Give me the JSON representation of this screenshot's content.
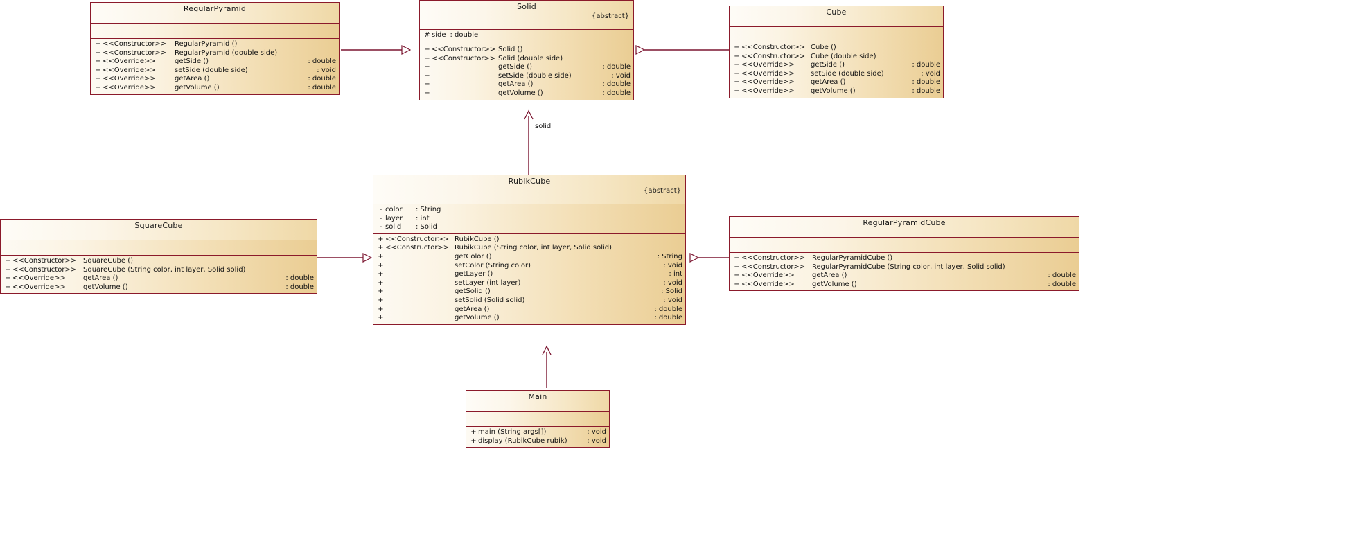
{
  "diagram": {
    "type": "uml-class-diagram",
    "accent_border": "#8B1A2B",
    "fill_light": "#FDFAF3",
    "fill_dark": "#EACD93",
    "background": "#FFFFFF"
  },
  "classes": {
    "regular_pyramid": {
      "name": "RegularPyramid",
      "stereotype": "",
      "attributes": [],
      "operations": [
        {
          "vis": "+",
          "stereo": "<<Constructor>>",
          "name": "RegularPyramid ()",
          "ret": ""
        },
        {
          "vis": "+",
          "stereo": "<<Constructor>>",
          "name": "RegularPyramid (double side)",
          "ret": ""
        },
        {
          "vis": "+",
          "stereo": "<<Override>>",
          "name": "getSide ()",
          "ret": ": double"
        },
        {
          "vis": "+",
          "stereo": "<<Override>>",
          "name": "setSide (double side)",
          "ret": ": void"
        },
        {
          "vis": "+",
          "stereo": "<<Override>>",
          "name": "getArea ()",
          "ret": ": double"
        },
        {
          "vis": "+",
          "stereo": "<<Override>>",
          "name": "getVolume ()",
          "ret": ": double"
        }
      ]
    },
    "solid": {
      "name": "Solid",
      "stereotype": "{abstract}",
      "attributes": [
        {
          "vis": "#",
          "name": "side",
          "type": ": double"
        }
      ],
      "operations": [
        {
          "vis": "+",
          "stereo": "<<Constructor>>",
          "name": "Solid ()",
          "ret": ""
        },
        {
          "vis": "+",
          "stereo": "<<Constructor>>",
          "name": "Solid (double side)",
          "ret": ""
        },
        {
          "vis": "+",
          "stereo": "",
          "name": "getSide ()",
          "ret": ": double"
        },
        {
          "vis": "+",
          "stereo": "",
          "name": "setSide (double side)",
          "ret": ": void"
        },
        {
          "vis": "+",
          "stereo": "",
          "name": "getArea ()",
          "ret": ": double"
        },
        {
          "vis": "+",
          "stereo": "",
          "name": "getVolume ()",
          "ret": ": double"
        }
      ]
    },
    "cube": {
      "name": "Cube",
      "stereotype": "",
      "attributes": [],
      "operations": [
        {
          "vis": "+",
          "stereo": "<<Constructor>>",
          "name": "Cube ()",
          "ret": ""
        },
        {
          "vis": "+",
          "stereo": "<<Constructor>>",
          "name": "Cube (double side)",
          "ret": ""
        },
        {
          "vis": "+",
          "stereo": "<<Override>>",
          "name": "getSide ()",
          "ret": ": double"
        },
        {
          "vis": "+",
          "stereo": "<<Override>>",
          "name": "setSide (double side)",
          "ret": ": void"
        },
        {
          "vis": "+",
          "stereo": "<<Override>>",
          "name": "getArea ()",
          "ret": ": double"
        },
        {
          "vis": "+",
          "stereo": "<<Override>>",
          "name": "getVolume ()",
          "ret": ": double"
        }
      ]
    },
    "rubik_cube": {
      "name": "RubikCube",
      "stereotype": "{abstract}",
      "attributes": [
        {
          "vis": "-",
          "name": "color",
          "type": ": String"
        },
        {
          "vis": "-",
          "name": "layer",
          "type": ": int"
        },
        {
          "vis": "-",
          "name": "solid",
          "type": ": Solid"
        }
      ],
      "operations": [
        {
          "vis": "+",
          "stereo": "<<Constructor>>",
          "name": "RubikCube ()",
          "ret": ""
        },
        {
          "vis": "+",
          "stereo": "<<Constructor>>",
          "name": "RubikCube (String color, int layer, Solid solid)",
          "ret": ""
        },
        {
          "vis": "+",
          "stereo": "",
          "name": "getColor ()",
          "ret": ": String"
        },
        {
          "vis": "+",
          "stereo": "",
          "name": "setColor (String color)",
          "ret": ": void"
        },
        {
          "vis": "+",
          "stereo": "",
          "name": "getLayer ()",
          "ret": ": int"
        },
        {
          "vis": "+",
          "stereo": "",
          "name": "setLayer (int layer)",
          "ret": ": void"
        },
        {
          "vis": "+",
          "stereo": "",
          "name": "getSolid ()",
          "ret": ": Solid"
        },
        {
          "vis": "+",
          "stereo": "",
          "name": "setSolid (Solid solid)",
          "ret": ": void"
        },
        {
          "vis": "+",
          "stereo": "",
          "name": "getArea ()",
          "ret": ": double"
        },
        {
          "vis": "+",
          "stereo": "",
          "name": "getVolume ()",
          "ret": ": double"
        }
      ]
    },
    "square_cube": {
      "name": "SquareCube",
      "stereotype": "",
      "attributes": [],
      "operations": [
        {
          "vis": "+",
          "stereo": "<<Constructor>>",
          "name": "SquareCube ()",
          "ret": ""
        },
        {
          "vis": "+",
          "stereo": "<<Constructor>>",
          "name": "SquareCube (String color, int layer, Solid solid)",
          "ret": ""
        },
        {
          "vis": "+",
          "stereo": "<<Override>>",
          "name": "getArea ()",
          "ret": ": double"
        },
        {
          "vis": "+",
          "stereo": "<<Override>>",
          "name": "getVolume ()",
          "ret": ": double"
        }
      ]
    },
    "regular_pyramid_cube": {
      "name": "RegularPyramidCube",
      "stereotype": "",
      "attributes": [],
      "operations": [
        {
          "vis": "+",
          "stereo": "<<Constructor>>",
          "name": "RegularPyramidCube ()",
          "ret": ""
        },
        {
          "vis": "+",
          "stereo": "<<Constructor>>",
          "name": "RegularPyramidCube (String color, int layer, Solid solid)",
          "ret": ""
        },
        {
          "vis": "+",
          "stereo": "<<Override>>",
          "name": "getArea ()",
          "ret": ": double"
        },
        {
          "vis": "+",
          "stereo": "<<Override>>",
          "name": "getVolume ()",
          "ret": ": double"
        }
      ]
    },
    "main": {
      "name": "Main",
      "stereotype": "",
      "attributes": [],
      "operations": [
        {
          "vis": "+",
          "stereo": "",
          "name": "main (String args[])",
          "ret": ": void"
        },
        {
          "vis": "+",
          "stereo": "",
          "name": "display (RubikCube rubik)",
          "ret": ": void"
        }
      ]
    }
  },
  "relationships": [
    {
      "id": "rp-solid",
      "from": "RegularPyramid",
      "to": "Solid",
      "kind": "generalization",
      "label": ""
    },
    {
      "id": "cube-solid",
      "from": "Cube",
      "to": "Solid",
      "kind": "generalization",
      "label": ""
    },
    {
      "id": "rubik-solid",
      "from": "RubikCube",
      "to": "Solid",
      "kind": "association",
      "label": "solid"
    },
    {
      "id": "sq-rubik",
      "from": "SquareCube",
      "to": "RubikCube",
      "kind": "generalization",
      "label": ""
    },
    {
      "id": "rpc-rubik",
      "from": "RegularPyramidCube",
      "to": "RubikCube",
      "kind": "generalization",
      "label": ""
    },
    {
      "id": "main-rubik",
      "from": "Main",
      "to": "RubikCube",
      "kind": "association",
      "label": ""
    }
  ],
  "edge_labels": {
    "solid": "solid"
  }
}
